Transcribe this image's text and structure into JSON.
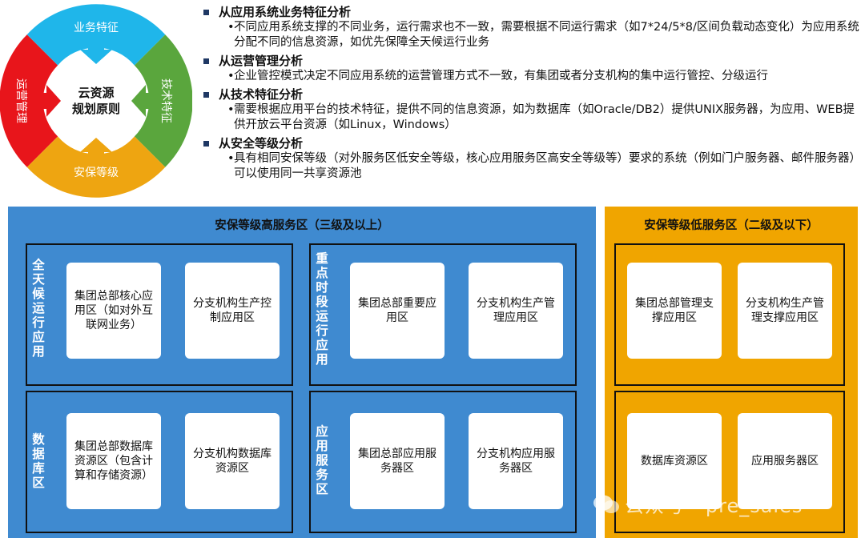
{
  "wheel": {
    "center": [
      "云资源",
      "规划原则"
    ],
    "top": "业务特征",
    "right": "技术特征",
    "bottom": "安保等级",
    "left": "运营管理",
    "colors": {
      "top": "#1fb6ea",
      "right": "#5aa63d",
      "bottom": "#eea511",
      "left": "#e8151b"
    }
  },
  "analysis": [
    {
      "title": "从应用系统业务特征分析",
      "body": "不同应用系统支撑的不同业务，运行需求也不一致，需要根据不同运行需求（如7*24/5*8/区间负载动态变化）为应用系统分配不同的信息资源，如优先保障全天候运行业务"
    },
    {
      "title": "从运营管理分析",
      "body": "企业管控模式决定不同应用系统的运营管理方式不一致，有集团或者分支机构的集中运行管控、分级运行"
    },
    {
      "title": "从技术特征分析",
      "body": "需要根据应用平台的技术特征，提供不同的信息资源，如为数据库（如Oracle/DB2）提供UNIX服务器，为应用、WEB提供开放云平台资源（如Linux，Windows）"
    },
    {
      "title": "从安全等级分析",
      "body": "具有相同安保等级（对外服务区低安全等级，核心应用服务区高安全等级等）要求的系统（例如门户服务器、邮件服务器）可以使用同一共享资源池"
    }
  ],
  "high_zone": {
    "title": "安保等级高服务区（三级及以上）",
    "groups": [
      {
        "label": "全天候运行应用",
        "cards": [
          "集团总部核心应用区（如对外互联网业务）",
          "分支机构生产控制应用区"
        ]
      },
      {
        "label": "重点时段运行应用",
        "cards": [
          "集团总部重要应用区",
          "分支机构生产管理应用区"
        ]
      },
      {
        "label": "数据库区",
        "cards": [
          "集团总部数据库资源区（包含计算和存储资源）",
          "分支机构数据库资源区"
        ]
      },
      {
        "label": "应用服务区",
        "cards": [
          "集团总部应用服务器区",
          "分支机构应用服务器区"
        ]
      }
    ]
  },
  "low_zone": {
    "title": "安保等级低服务区（二级及以下）",
    "groups": [
      {
        "cards": [
          "集团总部管理支撑应用区",
          "分支机构生产管理支撑应用区"
        ]
      },
      {
        "cards": [
          "数据库资源区",
          "应用服务器区"
        ]
      }
    ]
  },
  "watermark": "公众号 · pre_sales"
}
